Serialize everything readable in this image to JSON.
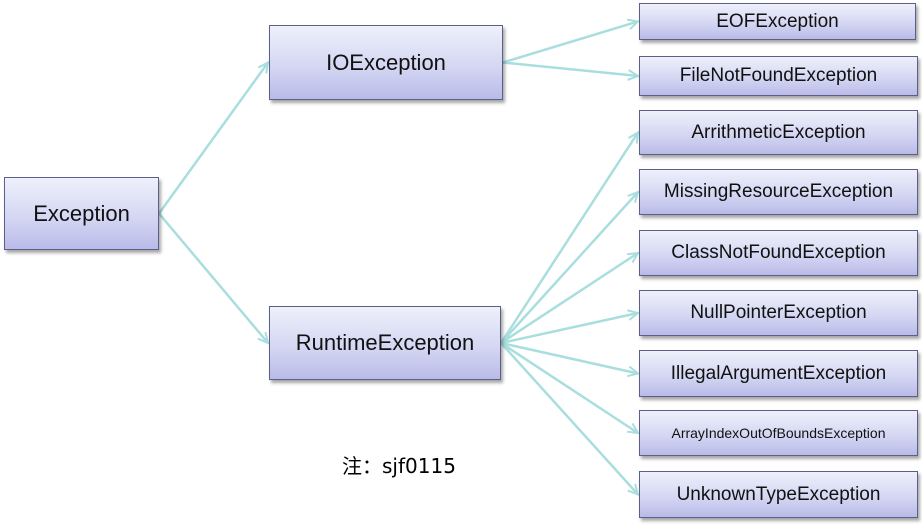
{
  "nodes": {
    "exception": "Exception",
    "io_exception": "IOException",
    "runtime_exception": "RuntimeException",
    "eof_exception": "EOFException",
    "file_not_found_exception": "FileNotFoundException",
    "arrithmetic_exception": "ArrithmeticException",
    "missing_resource_exception": "MissingResourceException",
    "class_not_found_exception": "ClassNotFoundException",
    "null_pointer_exception": "NullPointerException",
    "illegal_argument_exception": "IllegalArgumentException",
    "array_index_out_of_bounds_exception": "ArrayIndexOutOfBoundsException",
    "unknown_type_exception": "UnknownTypeException"
  },
  "edges": [
    {
      "from": "exception",
      "to": "io_exception"
    },
    {
      "from": "exception",
      "to": "runtime_exception"
    },
    {
      "from": "io_exception",
      "to": "eof_exception"
    },
    {
      "from": "io_exception",
      "to": "file_not_found_exception"
    },
    {
      "from": "runtime_exception",
      "to": "arrithmetic_exception"
    },
    {
      "from": "runtime_exception",
      "to": "missing_resource_exception"
    },
    {
      "from": "runtime_exception",
      "to": "class_not_found_exception"
    },
    {
      "from": "runtime_exception",
      "to": "null_pointer_exception"
    },
    {
      "from": "runtime_exception",
      "to": "illegal_argument_exception"
    },
    {
      "from": "runtime_exception",
      "to": "array_index_out_of_bounds_exception"
    },
    {
      "from": "runtime_exception",
      "to": "unknown_type_exception"
    }
  ],
  "note": "注：sjf0115",
  "colors": {
    "edge": "#a9dede",
    "node_border": "#5e5e8a"
  }
}
